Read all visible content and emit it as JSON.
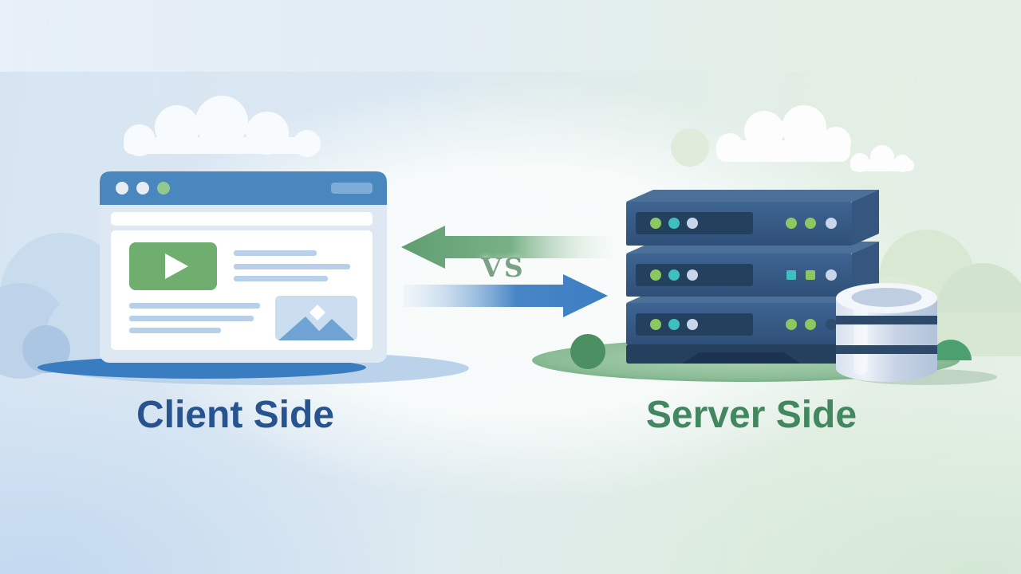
{
  "labels": {
    "client": "Client Side",
    "server": "Server Side",
    "versus": "VS"
  },
  "colors": {
    "background_left": "#d7e5f3",
    "background_right": "#e5f0e6",
    "client_label": "#27548e",
    "server_label": "#42875f",
    "versus_label": "#7aa086",
    "arrow_green": "#5f9e72",
    "arrow_blue": "#3b7ec2",
    "browser_header": "#4a87be",
    "browser_body": "#dde8f3",
    "browser_header_button": "#7cadd9",
    "video_green": "#6fae6e",
    "text_line_blue": "#b7cfe8",
    "image_placeholder": "#cadeef",
    "mountain_blue": "#6fa3d3",
    "server_front_top": "#3e6492",
    "server_front_bottom": "#2f5078",
    "server_top_face": "#4d7099",
    "server_side_face": "#35577f",
    "server_panel": "#24405f",
    "database_body": "#c6d3e5",
    "database_band": "#2e4a6b",
    "shadow_blue": "#3a7cc0",
    "shadow_blue_light": "#bad3eb",
    "ground_center": "#aed2b4",
    "ground_edge": "#6ba47c",
    "bush_green": "#4c8f63"
  },
  "browser": {
    "dots": [
      "#e9edf3",
      "#e9edf3",
      "#8fc98e"
    ]
  },
  "server": {
    "units": [
      {
        "leds_left": [
          "#8cc860",
          "#3ec0c0",
          "#c8d6ea"
        ],
        "leds_right": [
          "#8cc860",
          "#8cc860",
          "#c8d6ea"
        ]
      },
      {
        "leds_left": [
          "#8cc860",
          "#3ec0c0",
          "#c8d6ea"
        ],
        "leds_right": [
          "#3ec0c0",
          "#8cc860",
          "#c8d6ea"
        ]
      },
      {
        "leds_left": [
          "#8cc860",
          "#3ec0c0",
          "#c8d6ea"
        ],
        "leds_right": [
          "#8cc860",
          "#8cc860",
          "#2e4d70"
        ]
      }
    ]
  },
  "icons": {
    "play": "triangle-right",
    "image_placeholder": "mountains-with-diamond",
    "database": "stacked-cylinder",
    "arrow_left": "left-arrow",
    "arrow_right": "right-arrow"
  }
}
